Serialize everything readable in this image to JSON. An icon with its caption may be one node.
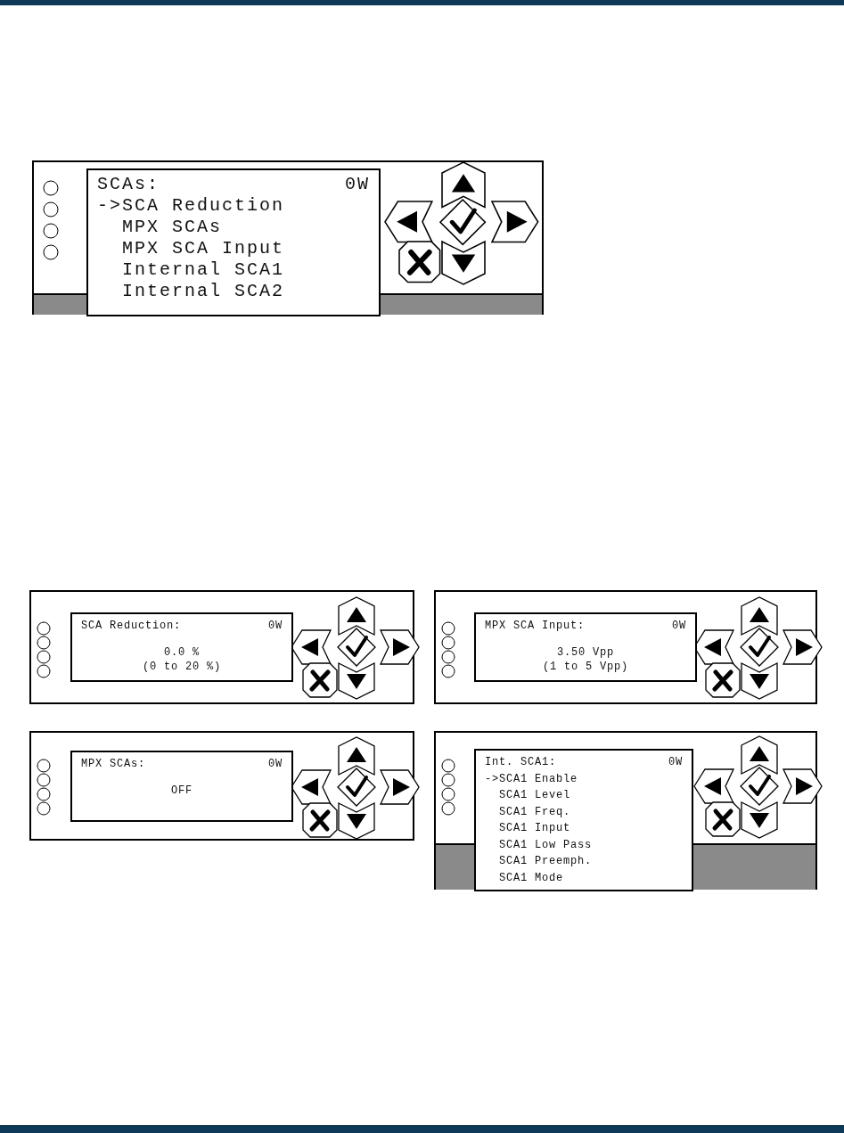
{
  "diagram": {
    "nodes": [
      {
        "text": [],
        "shape": "box"
      },
      {
        "text": [
          "SCAs:",
          "0W",
          "->SCA Reduction",
          "MPX SCAs",
          "MPX SCA Input",
          "Internal SCA1",
          "Internal SCA2"
        ],
        "in": 0
      },
      {
        "text": [],
        "shape": "box"
      },
      {
        "text": [
          "SCA Reduction:",
          "0W",
          "0.0 %",
          "(0 to 20 %)"
        ],
        "in": 2
      },
      {
        "text": [],
        "shape": "box"
      },
      {
        "text": [
          "MPX SCA Input:",
          "0W",
          "3.50 Vpp",
          "(1 to 5 Vpp)"
        ],
        "in": 4
      },
      {
        "text": [],
        "shape": "box"
      },
      {
        "text": [
          "MPX SCAs:",
          "0W",
          "OFF"
        ],
        "in": 6
      },
      {
        "text": [],
        "shape": "box"
      },
      {
        "text": [
          "Int. SCA1:",
          "0W",
          "->SCA1 Enable",
          "SCA1 Level",
          "SCA1 Freq.",
          "SCA1 Input",
          "SCA1 Low Pass",
          "SCA1 Preemph.",
          "SCA1 Mode"
        ],
        "in": 8
      }
    ]
  }
}
